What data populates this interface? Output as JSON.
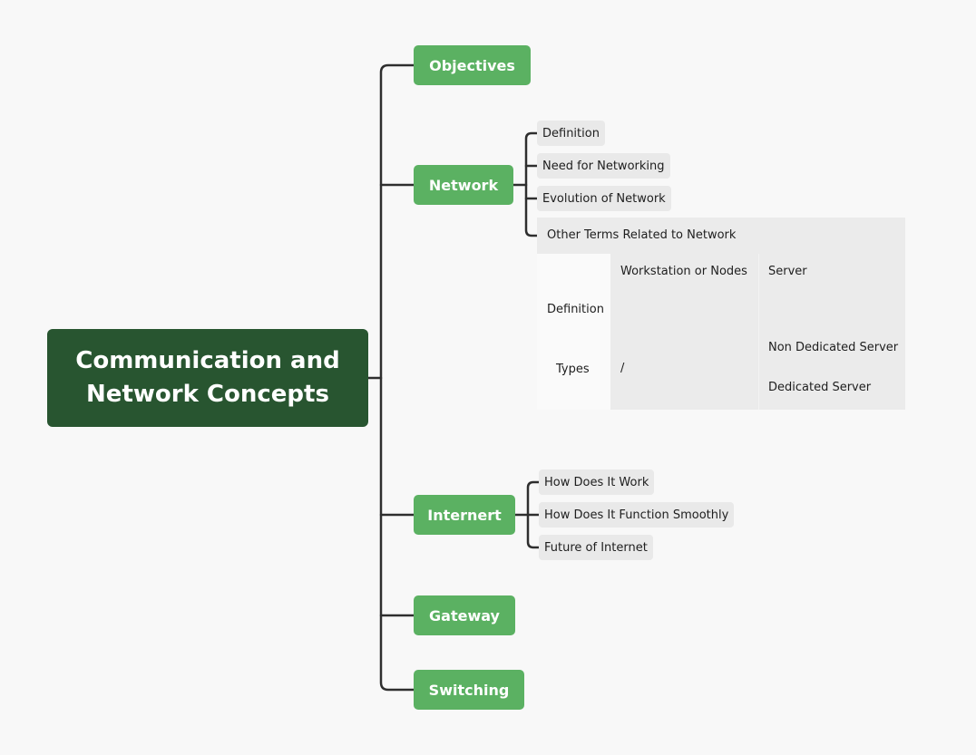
{
  "root": {
    "title_line1": "Communication and",
    "title_line2": "Network Concepts"
  },
  "branches": {
    "objectives": "Objectives",
    "network": "Network",
    "internet": "Internert",
    "gateway": "Gateway",
    "switching": "Switching"
  },
  "network_topics": [
    "Definition",
    "Need for Networking",
    "Evolution of Network"
  ],
  "network_matrix": {
    "title": "Other Terms Related to Network",
    "columns": [
      "Workstation or Nodes",
      "Server"
    ],
    "rows": [
      "Definition",
      "Types"
    ],
    "cells": {
      "types_workstation": "/",
      "types_server_1": "Non Dedicated Server",
      "types_server_2": "Dedicated Server"
    }
  },
  "internet_topics": [
    "How Does It Work",
    "How Does It Function Smoothly",
    "Future of Internet"
  ],
  "colors": {
    "root": "#285530",
    "branch": "#5bb162",
    "leaf": "#e9e9e9",
    "line": "#2e2e2e",
    "background": "#f8f8f8"
  }
}
